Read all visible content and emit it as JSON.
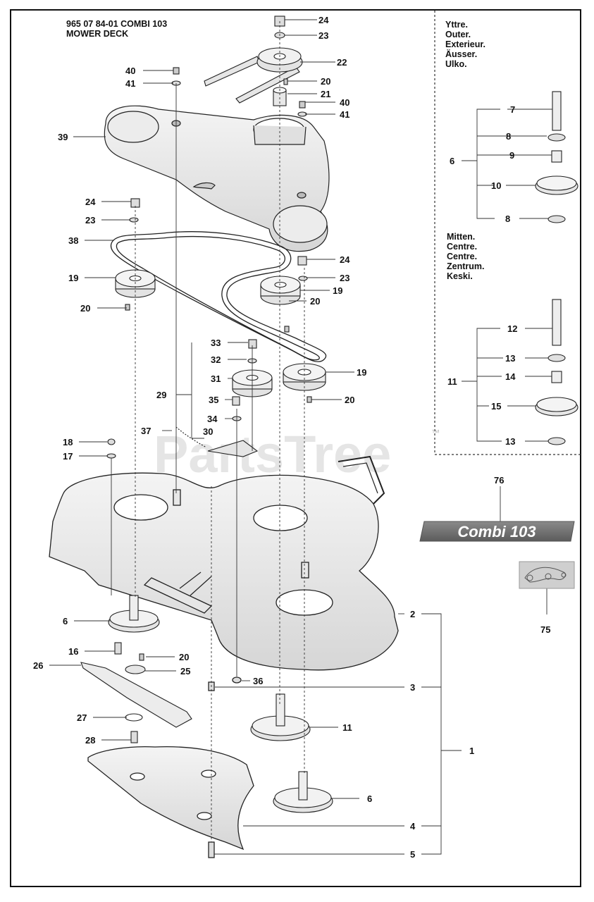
{
  "header": {
    "part_number_line": "965 07 84-01 COMBI 103",
    "title": "MOWER DECK"
  },
  "legend_outer": [
    "Yttre.",
    "Outer.",
    "Exterieur.",
    "Äusser.",
    "Ulko."
  ],
  "legend_centre": [
    "Mitten.",
    "Centre.",
    "Centre.",
    "Zentrum.",
    "Keski."
  ],
  "watermark": "PartsTree",
  "trademark": "™",
  "badge_text": "Combi 103",
  "callouts": [
    {
      "id": "c24a",
      "label": "24"
    },
    {
      "id": "c23a",
      "label": "23"
    },
    {
      "id": "c22",
      "label": "22"
    },
    {
      "id": "c40a",
      "label": "40"
    },
    {
      "id": "c41a",
      "label": "41"
    },
    {
      "id": "c20a",
      "label": "20"
    },
    {
      "id": "c21",
      "label": "21"
    },
    {
      "id": "c40b",
      "label": "40"
    },
    {
      "id": "c41b",
      "label": "41"
    },
    {
      "id": "c39",
      "label": "39"
    },
    {
      "id": "c24b",
      "label": "24"
    },
    {
      "id": "c23b",
      "label": "23"
    },
    {
      "id": "c38",
      "label": "38"
    },
    {
      "id": "c24c",
      "label": "24"
    },
    {
      "id": "c23c",
      "label": "23"
    },
    {
      "id": "c19a",
      "label": "19"
    },
    {
      "id": "c19b",
      "label": "19"
    },
    {
      "id": "c20b",
      "label": "20"
    },
    {
      "id": "c20c",
      "label": "20"
    },
    {
      "id": "c33",
      "label": "33"
    },
    {
      "id": "c32",
      "label": "32"
    },
    {
      "id": "c31",
      "label": "31"
    },
    {
      "id": "c29",
      "label": "29"
    },
    {
      "id": "c35",
      "label": "35"
    },
    {
      "id": "c19c",
      "label": "19"
    },
    {
      "id": "c20d",
      "label": "20"
    },
    {
      "id": "c34",
      "label": "34"
    },
    {
      "id": "c37",
      "label": "37"
    },
    {
      "id": "c30",
      "label": "30"
    },
    {
      "id": "c18",
      "label": "18"
    },
    {
      "id": "c17",
      "label": "17"
    },
    {
      "id": "c76",
      "label": "76"
    },
    {
      "id": "c75",
      "label": "75"
    },
    {
      "id": "c2",
      "label": "2"
    },
    {
      "id": "c6a",
      "label": "6"
    },
    {
      "id": "c16",
      "label": "16"
    },
    {
      "id": "c20e",
      "label": "20"
    },
    {
      "id": "c26",
      "label": "26"
    },
    {
      "id": "c25",
      "label": "25"
    },
    {
      "id": "c36",
      "label": "36"
    },
    {
      "id": "c3",
      "label": "3"
    },
    {
      "id": "c27",
      "label": "27"
    },
    {
      "id": "c11a",
      "label": "11"
    },
    {
      "id": "c28",
      "label": "28"
    },
    {
      "id": "c1",
      "label": "1"
    },
    {
      "id": "c6b",
      "label": "6"
    },
    {
      "id": "c4",
      "label": "4"
    },
    {
      "id": "c5",
      "label": "5"
    },
    {
      "id": "c7",
      "label": "7"
    },
    {
      "id": "c8a",
      "label": "8"
    },
    {
      "id": "c6c",
      "label": "6"
    },
    {
      "id": "c9",
      "label": "9"
    },
    {
      "id": "c10",
      "label": "10"
    },
    {
      "id": "c8b",
      "label": "8"
    },
    {
      "id": "c12",
      "label": "12"
    },
    {
      "id": "c13a",
      "label": "13"
    },
    {
      "id": "c11b",
      "label": "11"
    },
    {
      "id": "c14",
      "label": "14"
    },
    {
      "id": "c15",
      "label": "15"
    },
    {
      "id": "c13b",
      "label": "13"
    }
  ]
}
